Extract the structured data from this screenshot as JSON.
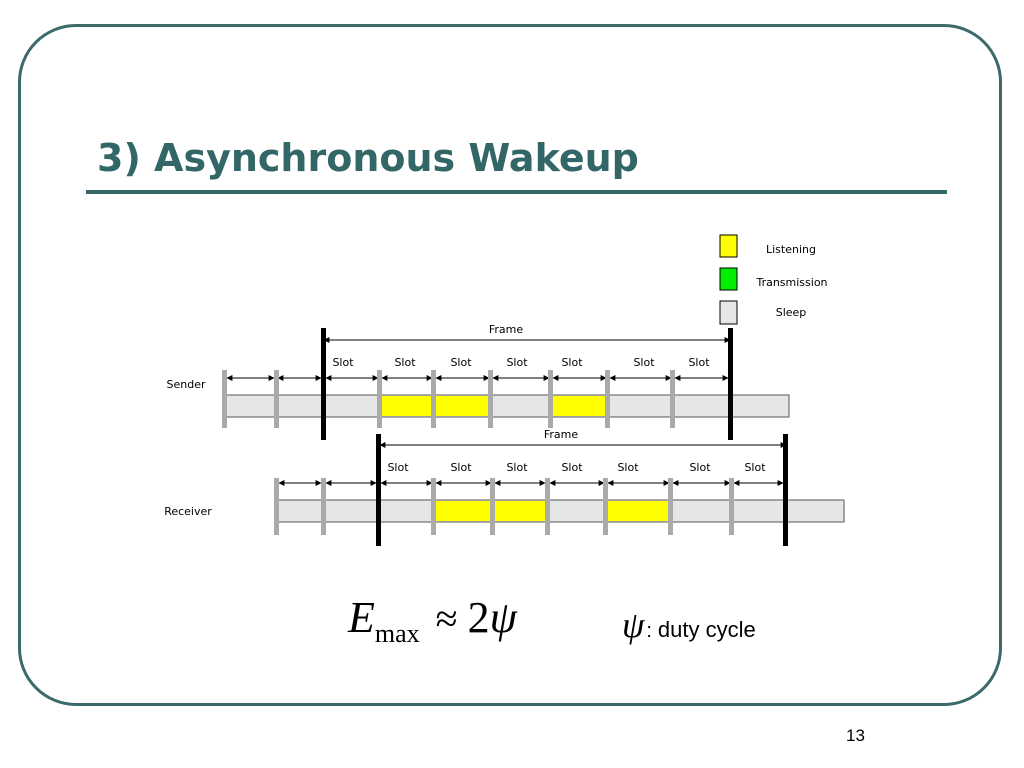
{
  "slide": {
    "title": "3) Asynchronous Wakeup",
    "page_number": "13"
  },
  "colors": {
    "title": "#336666",
    "listening": "#ffff00",
    "transmission": "#00ee00",
    "sleep": "#e6e6e6",
    "divider": "#aaaaaa",
    "frame_marker": "#000000"
  },
  "legend": {
    "listening": "Listening",
    "transmission": "Transmission",
    "sleep": "Sleep"
  },
  "sender": {
    "label": "Sender",
    "frame_label": "Frame",
    "slot_labels": [
      "Slot",
      "Slot",
      "Slot",
      "Slot",
      "Slot",
      "Slot",
      "Slot"
    ]
  },
  "receiver": {
    "label": "Receiver",
    "frame_label": "Frame",
    "slot_labels": [
      "Slot",
      "Slot",
      "Slot",
      "Slot",
      "Slot",
      "Slot",
      "Slot"
    ]
  },
  "formula": {
    "E": "E",
    "subscript": "max",
    "approx": "≈",
    "coefficient": "2",
    "psi": "ψ"
  },
  "psi_definition": {
    "symbol": "ψ",
    "separator": ":",
    "text": "duty cycle"
  }
}
